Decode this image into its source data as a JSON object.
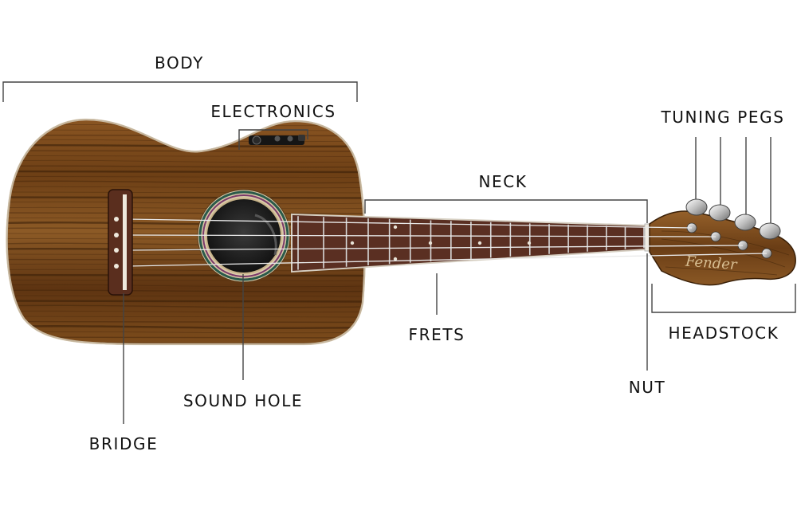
{
  "labels": {
    "body": "BODY",
    "electronics": "ELECTRONICS",
    "tuning_pegs": "TUNING PEGS",
    "neck": "NECK",
    "frets": "FRETS",
    "headstock": "HEADSTOCK",
    "nut": "NUT",
    "sound_hole": "SOUND HOLE",
    "bridge": "BRIDGE"
  },
  "headstock_logo": "Fender",
  "colors": {
    "wood": "#7a4a1e",
    "wood_dark": "#4a2a0e",
    "fretboard": "#5a2f22",
    "label": "#111111"
  }
}
